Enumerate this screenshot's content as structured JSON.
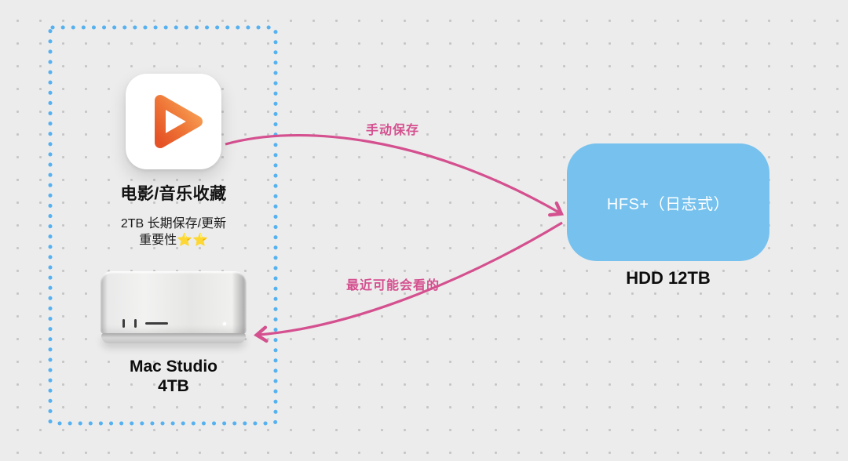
{
  "diagram": {
    "source_group": {
      "app": {
        "icon": "video-play-app-icon",
        "title": "电影/音乐收藏",
        "note_line1": "2TB 长期保存/更新",
        "note_line2": "重要性⭐⭐"
      },
      "device": {
        "name_line1": "Mac Studio",
        "name_line2": "4TB"
      }
    },
    "target": {
      "volume_label": "HFS+（日志式）",
      "disk_label": "HDD 12TB"
    },
    "edges": [
      {
        "label": "手动保存",
        "from": "video-play-app-icon",
        "to": "hfs-volume-box"
      },
      {
        "label": "最近可能会看的",
        "from": "hfs-volume-box",
        "to": "mac-studio"
      }
    ]
  },
  "colors": {
    "background": "#ECECEC",
    "grid_dot": "#C6C6C6",
    "group_border_dots": "#56B1F0",
    "target_box_fill": "#76C1EE",
    "target_box_text": "#FFFFFF",
    "edge_pink": "#D4508F",
    "icon_orange_light": "#F9A85B",
    "icon_orange_dark": "#E55326",
    "text_black": "#0D0D0D"
  }
}
